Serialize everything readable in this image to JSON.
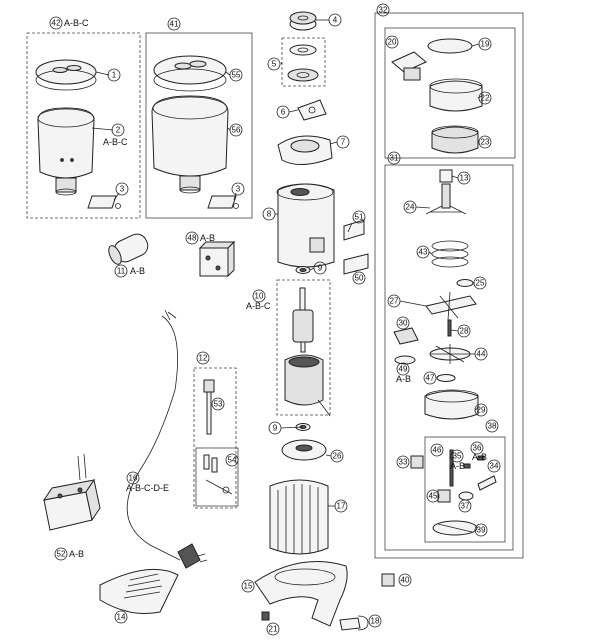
{
  "callouts": {
    "c1": "1",
    "c2": "2",
    "c3a": "3",
    "c3b": "3",
    "c4": "4",
    "c5": "5",
    "c6": "6",
    "c7": "7",
    "c8": "8",
    "c9a": "9",
    "c9b": "9",
    "c10": "10",
    "c11": "11",
    "c12": "12",
    "c13": "13",
    "c14": "14",
    "c15": "15",
    "c16": "16",
    "c17": "17",
    "c18": "18",
    "c19": "19",
    "c20": "20",
    "c21": "21",
    "c22": "22",
    "c23": "23",
    "c24": "24",
    "c25": "25",
    "c26": "26",
    "c27": "27",
    "c28": "28",
    "c29": "29",
    "c30": "30",
    "c31": "31",
    "c32": "32",
    "c33": "33",
    "c34": "34",
    "c35": "35",
    "c36": "36",
    "c37": "37",
    "c38": "38",
    "c39": "39",
    "c40": "40",
    "c41": "41",
    "c42": "42",
    "c43": "43",
    "c44": "44",
    "c45": "45",
    "c46": "46",
    "c47": "47",
    "c48": "48",
    "c49": "49",
    "c50": "50",
    "c51": "51",
    "c52": "52",
    "c53": "53",
    "c54": "54",
    "c55": "55",
    "c56": "56"
  },
  "variants": {
    "v42": "A-B-C",
    "v2": "A-B-C",
    "v11": "A-B",
    "v48": "A-B",
    "v10": "A-B-C",
    "v16": "A-B-C-D-E",
    "v52": "A-B",
    "v49": "A-B",
    "v35": "A-B",
    "v36": "A-B"
  }
}
